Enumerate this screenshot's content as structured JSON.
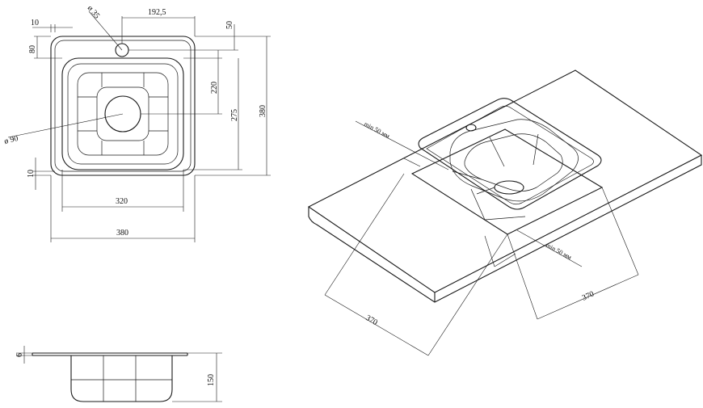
{
  "top_view": {
    "dim_edge": "10",
    "dim_tap_dia": "ø 35",
    "dim_tap_pos": "192,5",
    "dim_tap_top": "50",
    "dim_tap_side": "80",
    "dim_bowl_depth_inner": "220",
    "dim_bowl_inner": "275",
    "dim_total_height": "380",
    "dim_drain_dia": "ø 90",
    "dim_bottom_edge": "10",
    "dim_bowl_width": "320",
    "dim_total_width": "380"
  },
  "side_view": {
    "dim_flange": "6",
    "dim_depth": "150"
  },
  "iso_view": {
    "min_gap_left": "min 50 мм",
    "min_gap_right": "min 50 мм",
    "cutout_left": "370",
    "cutout_right": "370"
  }
}
